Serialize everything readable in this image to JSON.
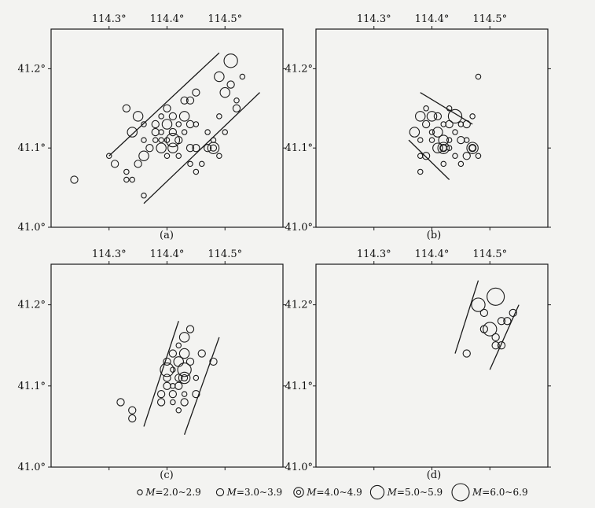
{
  "chart_data": [
    {
      "type": "scatter",
      "panel_label": "(a)",
      "x_ticks": [
        "114.3°",
        "114.4°",
        "114.5°"
      ],
      "y_ticks": [
        "41.2°",
        "41.1°",
        "41.0°"
      ],
      "points": [
        [
          114.24,
          41.06,
          1
        ],
        [
          114.3,
          41.09,
          0
        ],
        [
          114.31,
          41.08,
          1
        ],
        [
          114.33,
          41.15,
          1
        ],
        [
          114.34,
          41.12,
          2
        ],
        [
          114.35,
          41.14,
          2
        ],
        [
          114.36,
          41.11,
          0
        ],
        [
          114.33,
          41.07,
          0
        ],
        [
          114.33,
          41.06,
          0
        ],
        [
          114.34,
          41.06,
          0
        ],
        [
          114.35,
          41.08,
          1
        ],
        [
          114.36,
          41.09,
          2
        ],
        [
          114.37,
          41.1,
          1
        ],
        [
          114.38,
          41.11,
          0
        ],
        [
          114.38,
          41.13,
          1
        ],
        [
          114.39,
          41.14,
          0
        ],
        [
          114.39,
          41.1,
          2
        ],
        [
          114.39,
          41.12,
          0
        ],
        [
          114.4,
          41.15,
          1
        ],
        [
          114.4,
          41.13,
          2
        ],
        [
          114.4,
          41.11,
          0
        ],
        [
          114.41,
          41.1,
          2
        ],
        [
          114.41,
          41.12,
          1
        ],
        [
          114.41,
          41.14,
          1
        ],
        [
          114.42,
          41.13,
          0
        ],
        [
          114.42,
          41.11,
          1
        ],
        [
          114.42,
          41.09,
          0
        ],
        [
          114.43,
          41.14,
          2
        ],
        [
          114.43,
          41.12,
          0
        ],
        [
          114.43,
          41.16,
          1
        ],
        [
          114.44,
          41.13,
          1
        ],
        [
          114.44,
          41.1,
          1
        ],
        [
          114.44,
          41.08,
          0
        ],
        [
          114.45,
          41.1,
          1
        ],
        [
          114.45,
          41.13,
          0
        ],
        [
          114.45,
          41.17,
          1
        ],
        [
          114.45,
          41.07,
          0
        ],
        [
          114.46,
          41.08,
          0
        ],
        [
          114.47,
          41.1,
          1
        ],
        [
          114.47,
          41.12,
          0
        ],
        [
          114.44,
          41.16,
          1
        ],
        [
          114.48,
          41.11,
          0
        ],
        [
          114.49,
          41.14,
          0
        ],
        [
          114.49,
          41.09,
          0
        ],
        [
          114.5,
          41.17,
          2
        ],
        [
          114.5,
          41.12,
          0
        ],
        [
          114.51,
          41.18,
          1
        ],
        [
          114.52,
          41.15,
          1
        ],
        [
          114.52,
          41.16,
          0
        ],
        [
          114.53,
          41.19,
          0
        ],
        [
          114.49,
          41.19,
          2
        ],
        [
          114.51,
          41.21,
          3
        ],
        [
          114.36,
          41.04,
          0
        ],
        [
          114.38,
          41.12,
          1
        ],
        [
          114.36,
          41.13,
          0
        ],
        [
          114.41,
          41.11,
          3
        ],
        [
          114.39,
          41.11,
          0
        ],
        [
          114.4,
          41.09,
          0
        ]
      ],
      "double_circles": [
        [
          114.48,
          41.1
        ]
      ],
      "lines": [
        [
          [
            114.3,
            41.09
          ],
          [
            114.49,
            41.22
          ]
        ],
        [
          [
            114.36,
            41.03
          ],
          [
            114.56,
            41.17
          ]
        ]
      ]
    },
    {
      "type": "scatter",
      "panel_label": "(b)",
      "x_ticks": [
        "114.3°",
        "114.4°",
        "114.5°"
      ],
      "y_ticks": [
        "41.2°",
        "41.1°",
        "41.0°"
      ],
      "points": [
        [
          114.37,
          41.12,
          2
        ],
        [
          114.38,
          41.09,
          0
        ],
        [
          114.38,
          41.07,
          0
        ],
        [
          114.39,
          41.09,
          1
        ],
        [
          114.39,
          41.13,
          1
        ],
        [
          114.39,
          41.15,
          0
        ],
        [
          114.4,
          41.14,
          2
        ],
        [
          114.4,
          41.11,
          0
        ],
        [
          114.41,
          41.12,
          2
        ],
        [
          114.41,
          41.1,
          2
        ],
        [
          114.41,
          41.14,
          1
        ],
        [
          114.42,
          41.13,
          0
        ],
        [
          114.42,
          41.1,
          1
        ],
        [
          114.42,
          41.08,
          0
        ],
        [
          114.43,
          41.15,
          0
        ],
        [
          114.43,
          41.13,
          1
        ],
        [
          114.43,
          41.11,
          0
        ],
        [
          114.44,
          41.14,
          3
        ],
        [
          114.44,
          41.12,
          0
        ],
        [
          114.44,
          41.09,
          0
        ],
        [
          114.45,
          41.13,
          0
        ],
        [
          114.45,
          41.11,
          1
        ],
        [
          114.45,
          41.08,
          0
        ],
        [
          114.46,
          41.09,
          1
        ],
        [
          114.46,
          41.11,
          0
        ],
        [
          114.46,
          41.13,
          1
        ],
        [
          114.47,
          41.14,
          0
        ],
        [
          114.47,
          41.1,
          1
        ],
        [
          114.48,
          41.09,
          0
        ],
        [
          114.48,
          41.19,
          0
        ],
        [
          114.38,
          41.14,
          2
        ],
        [
          114.38,
          41.11,
          0
        ],
        [
          114.4,
          41.12,
          0
        ],
        [
          114.42,
          41.11,
          2
        ],
        [
          114.43,
          41.1,
          0
        ]
      ],
      "double_circles": [
        [
          114.42,
          41.1
        ],
        [
          114.47,
          41.1
        ]
      ],
      "lines": [
        [
          [
            114.36,
            41.11
          ],
          [
            114.43,
            41.06
          ]
        ],
        [
          [
            114.38,
            41.17
          ],
          [
            114.47,
            41.13
          ]
        ]
      ]
    },
    {
      "type": "scatter",
      "panel_label": "(c)",
      "x_ticks": [
        "114.3°",
        "114.4°",
        "114.5°"
      ],
      "y_ticks": [
        "41.2°",
        "41.1°",
        "41.0°"
      ],
      "points": [
        [
          114.32,
          41.08,
          1
        ],
        [
          114.34,
          41.07,
          1
        ],
        [
          114.34,
          41.06,
          1
        ],
        [
          114.39,
          41.09,
          1
        ],
        [
          114.39,
          41.08,
          1
        ],
        [
          114.4,
          41.1,
          1
        ],
        [
          114.4,
          41.12,
          3
        ],
        [
          114.4,
          41.13,
          1
        ],
        [
          114.41,
          41.14,
          1
        ],
        [
          114.41,
          41.12,
          0
        ],
        [
          114.41,
          41.1,
          0
        ],
        [
          114.41,
          41.09,
          1
        ],
        [
          114.41,
          41.08,
          0
        ],
        [
          114.42,
          41.15,
          0
        ],
        [
          114.42,
          41.13,
          2
        ],
        [
          114.42,
          41.11,
          1
        ],
        [
          114.42,
          41.07,
          0
        ],
        [
          114.43,
          41.16,
          2
        ],
        [
          114.43,
          41.14,
          2
        ],
        [
          114.43,
          41.12,
          3
        ],
        [
          114.43,
          41.09,
          0
        ],
        [
          114.43,
          41.08,
          1
        ],
        [
          114.44,
          41.17,
          1
        ],
        [
          114.44,
          41.13,
          1
        ],
        [
          114.45,
          41.11,
          0
        ],
        [
          114.45,
          41.09,
          1
        ],
        [
          114.46,
          41.14,
          1
        ],
        [
          114.48,
          41.13,
          1
        ],
        [
          114.4,
          41.11,
          1
        ],
        [
          114.42,
          41.1,
          1
        ]
      ],
      "double_circles": [
        [
          114.43,
          41.11
        ]
      ],
      "lines": [
        [
          [
            114.36,
            41.05
          ],
          [
            114.42,
            41.18
          ]
        ],
        [
          [
            114.43,
            41.04
          ],
          [
            114.49,
            41.16
          ]
        ]
      ]
    },
    {
      "type": "scatter",
      "panel_label": "(d)",
      "x_ticks": [
        "114.3°",
        "114.4°",
        "114.5°"
      ],
      "y_ticks": [
        "41.2°",
        "41.1°",
        "41.0°"
      ],
      "points": [
        [
          114.46,
          41.14,
          1
        ],
        [
          114.48,
          41.2,
          3
        ],
        [
          114.49,
          41.17,
          1
        ],
        [
          114.49,
          41.19,
          1
        ],
        [
          114.5,
          41.17,
          3
        ],
        [
          114.51,
          41.21,
          4
        ],
        [
          114.51,
          41.16,
          1
        ],
        [
          114.51,
          41.15,
          1
        ],
        [
          114.52,
          41.18,
          1
        ],
        [
          114.53,
          41.18,
          1
        ],
        [
          114.54,
          41.19,
          1
        ],
        [
          114.52,
          41.15,
          1
        ]
      ],
      "double_circles": [],
      "lines": [
        [
          [
            114.44,
            41.14
          ],
          [
            114.48,
            41.23
          ]
        ],
        [
          [
            114.5,
            41.12
          ],
          [
            114.55,
            41.2
          ]
        ]
      ]
    }
  ],
  "legend": [
    {
      "label": "M=2.0~2.9",
      "size": 0
    },
    {
      "label": "M=3.0~3.9",
      "size": 1
    },
    {
      "label": "M=4.0~4.9",
      "size": 2
    },
    {
      "label": "M=5.0~5.9",
      "size": 3
    },
    {
      "label": "M=6.0~6.9",
      "size": 4
    }
  ]
}
